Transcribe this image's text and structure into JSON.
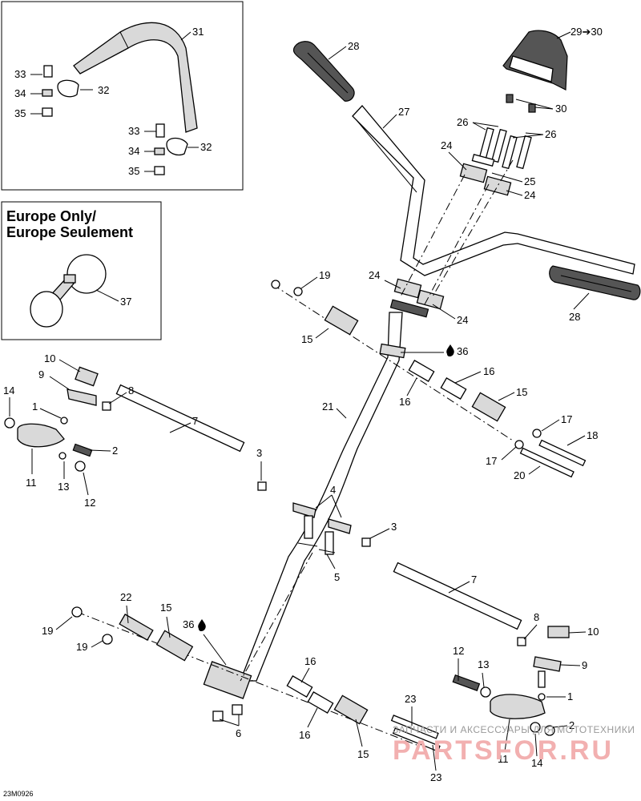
{
  "figure_code": "23M0926",
  "inset_note": {
    "line1": "Europe Only/",
    "line2": "Europe Seulement"
  },
  "watermark": {
    "top": "ЗАПЧАСТИ И АКСЕССУАРЫ ДЛЯ МОТОТЕХНИКИ",
    "brand": "PARTSFOR.RU"
  },
  "callouts": {
    "c1a": "1",
    "c1b": "1",
    "c2a": "2",
    "c2b": "2",
    "c3a": "3",
    "c3b": "3",
    "c4": "4",
    "c5": "5",
    "c6": "6",
    "c7a": "7",
    "c7b": "7",
    "c8a": "8",
    "c8b": "8",
    "c9a": "9",
    "c9b": "9",
    "c10a": "10",
    "c10b": "10",
    "c11a": "11",
    "c11b": "11",
    "c12a": "12",
    "c12b": "12",
    "c13a": "13",
    "c13b": "13",
    "c14a": "14",
    "c14b": "14",
    "c15a": "15",
    "c15b": "15",
    "c15c": "15",
    "c15d": "15",
    "c16a": "16",
    "c16b": "16",
    "c16c": "16",
    "c16d": "16",
    "c17a": "17",
    "c17b": "17",
    "c18": "18",
    "c19a": "19",
    "c19b": "19",
    "c19c": "19",
    "c20": "20",
    "c21": "21",
    "c22": "22",
    "c23a": "23",
    "c23b": "23",
    "c24a": "24",
    "c24b": "24",
    "c24c": "24",
    "c24d": "24",
    "c25": "25",
    "c26a": "26",
    "c26b": "26",
    "c27": "27",
    "c28a": "28",
    "c28b": "28",
    "c2930": "29➔30",
    "c30": "30",
    "c31": "31",
    "c32a": "32",
    "c32b": "32",
    "c33a": "33",
    "c33b": "33",
    "c34a": "34",
    "c34b": "34",
    "c35a": "35",
    "c35b": "35",
    "c36a": "36",
    "c36b": "36",
    "c37": "37"
  },
  "icons": [
    "loctite-drop-icon"
  ]
}
